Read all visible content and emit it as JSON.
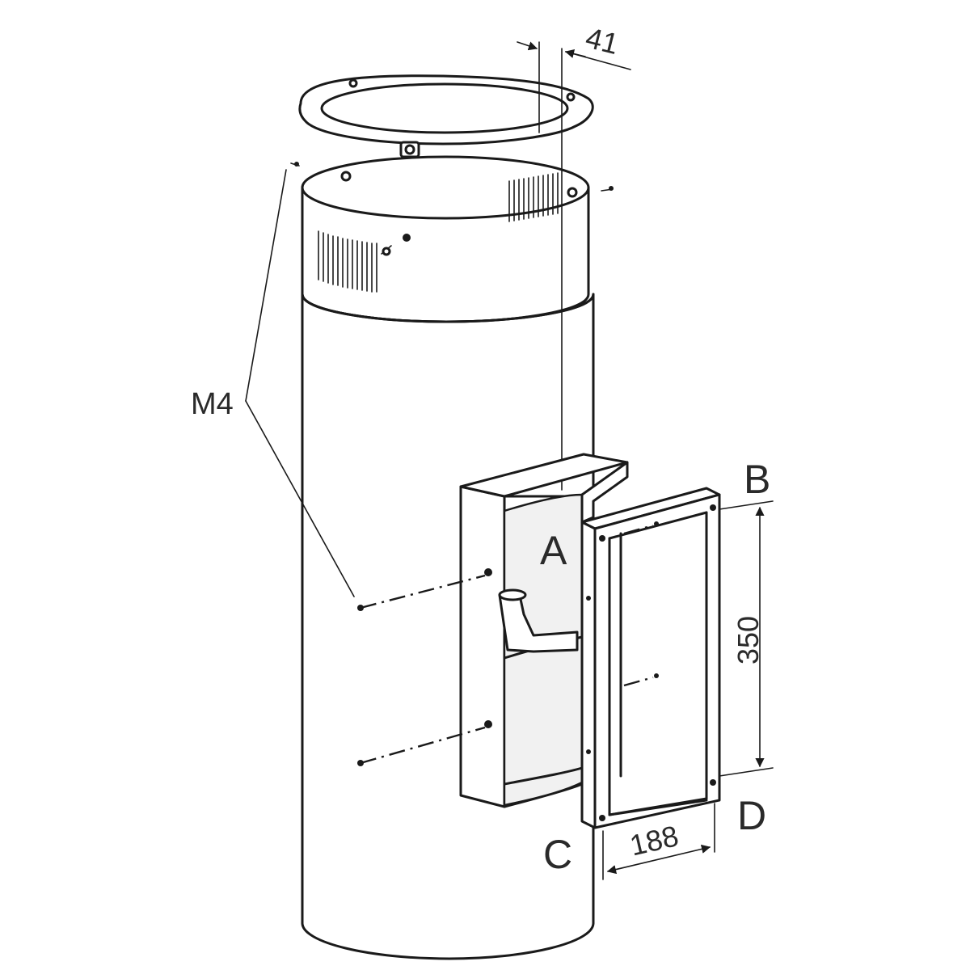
{
  "labels": {
    "screw_size": "M4",
    "point_a": "A",
    "point_b": "B",
    "point_c": "C",
    "point_d": "D"
  },
  "dimensions": {
    "ring_offset": "41",
    "bracket_height": "350",
    "bracket_width": "188"
  },
  "colors": {
    "line": "#1a1a1a",
    "text": "#2a2a2a",
    "background": "#ffffff"
  }
}
